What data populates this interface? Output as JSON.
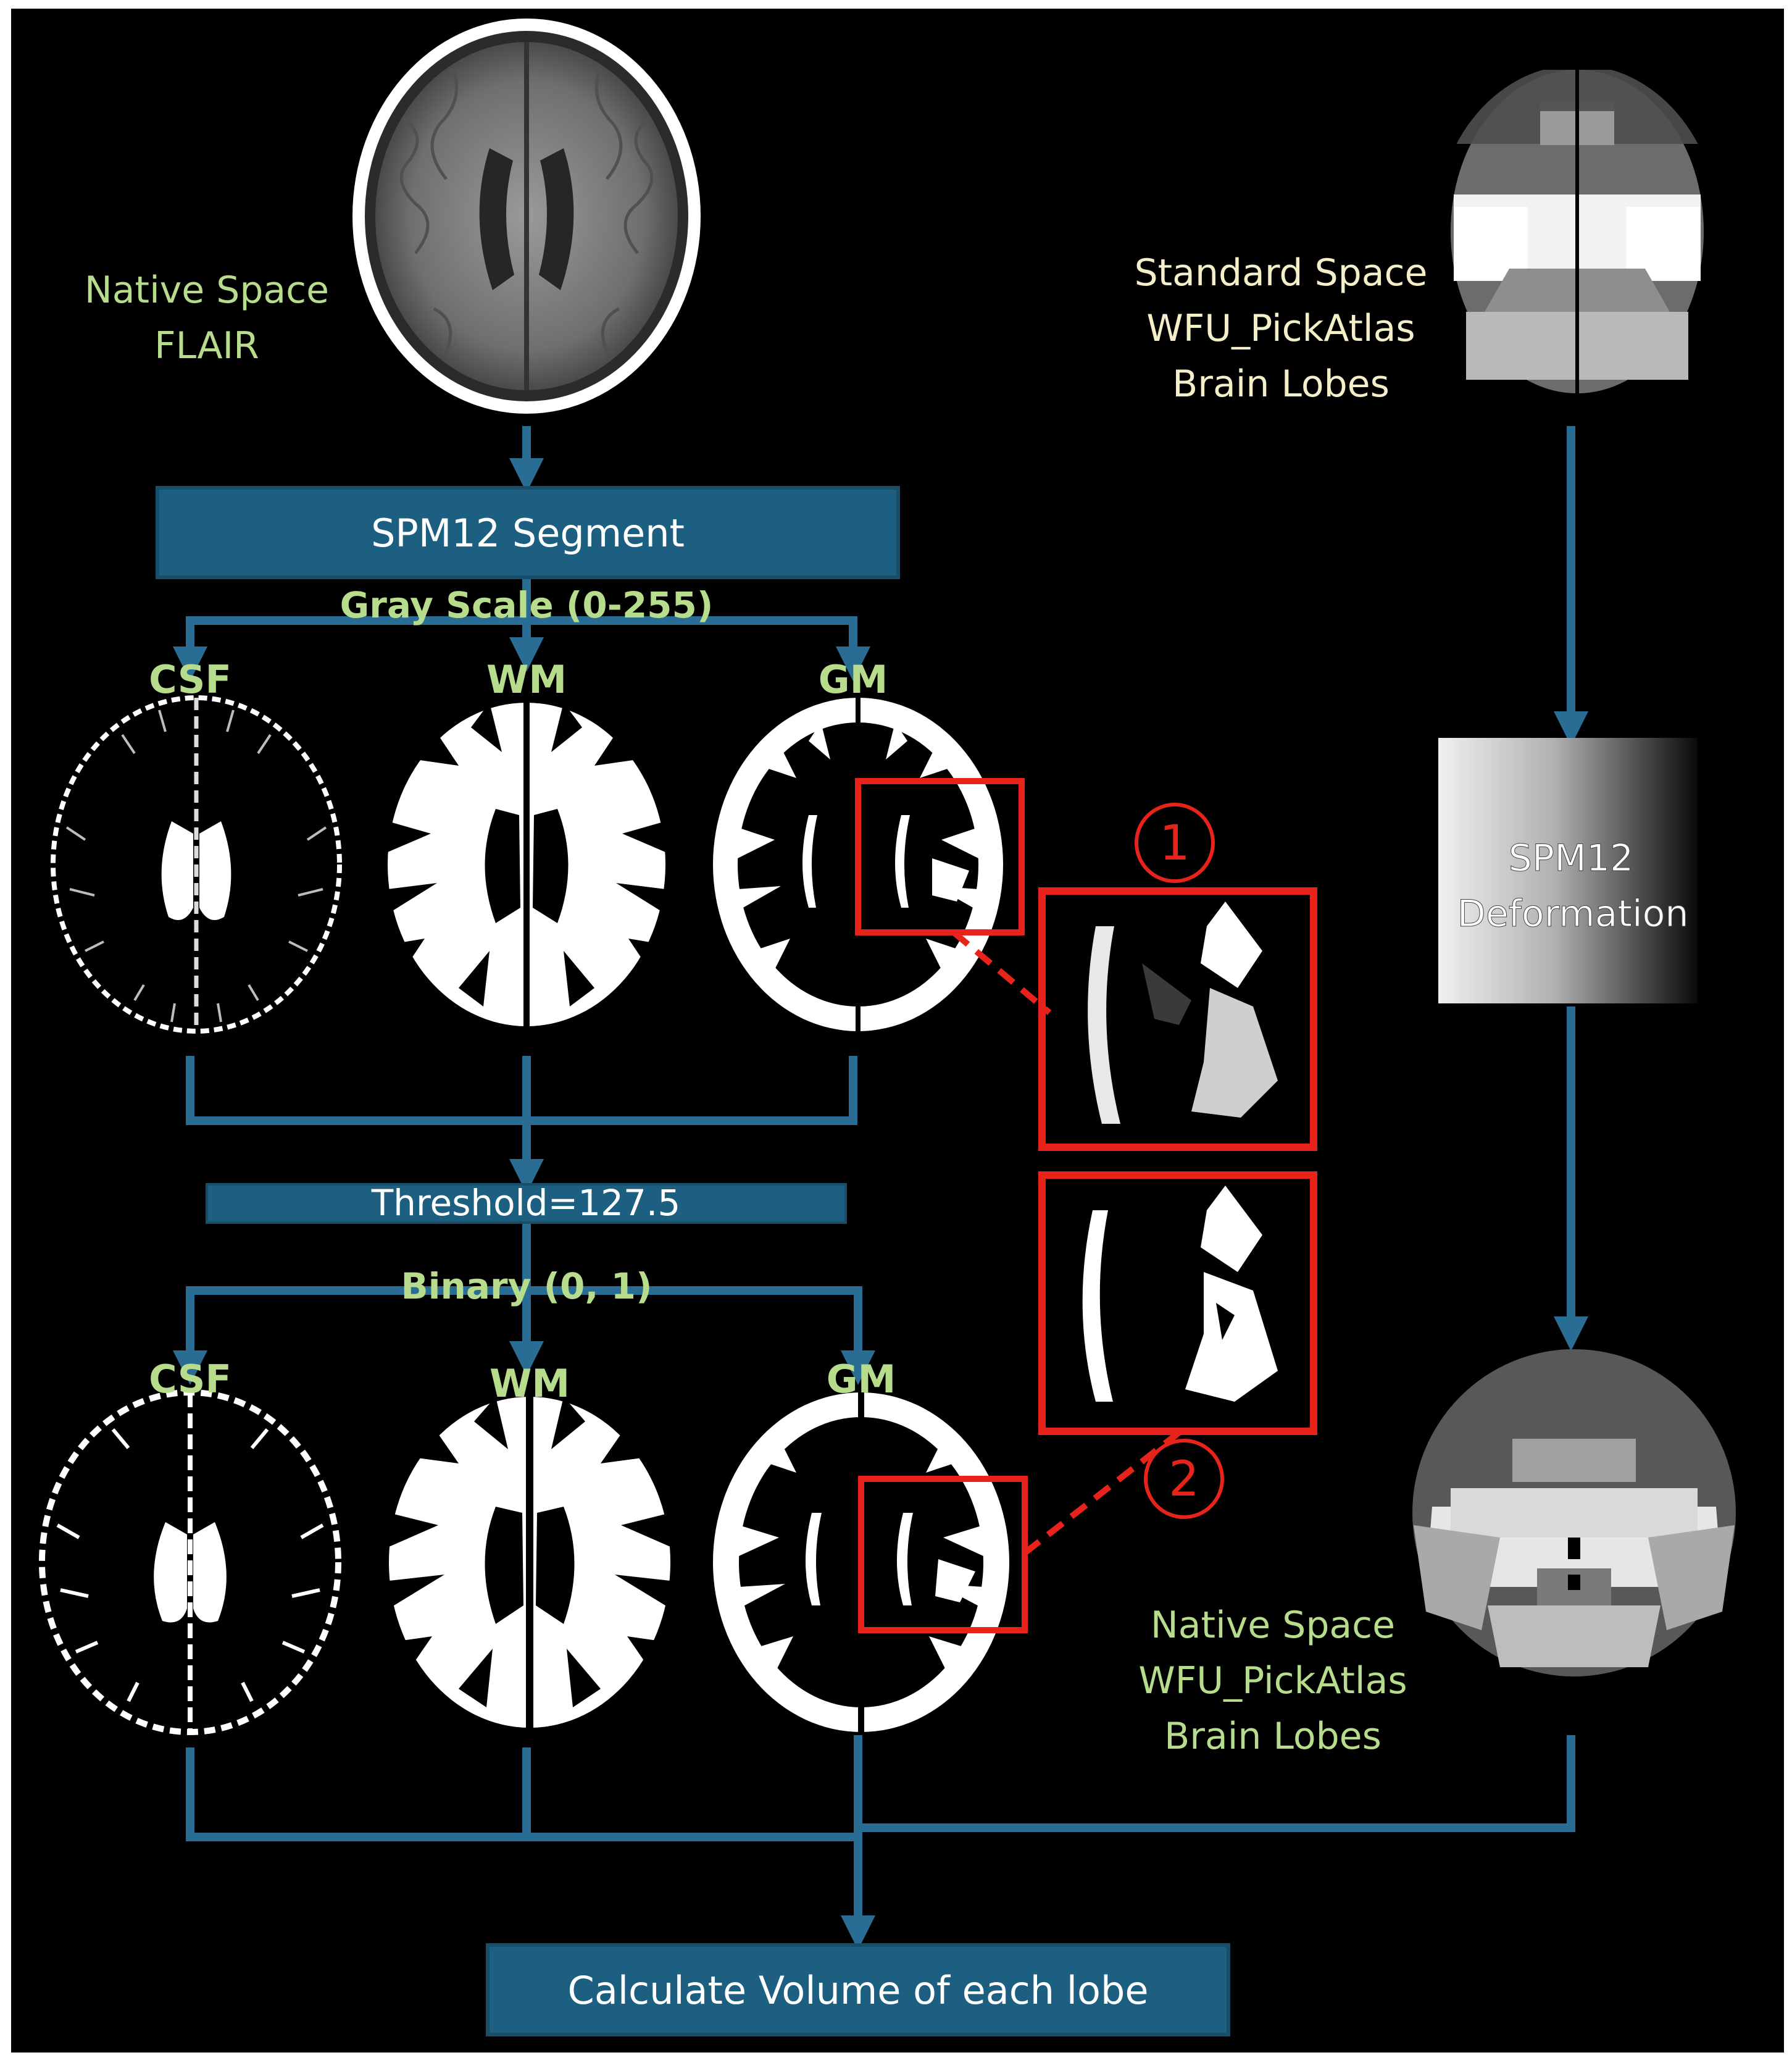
{
  "colors": {
    "background": "#000000",
    "flow_box": "#1d5f80",
    "flow_line": "#2a6d94",
    "flow_box_border": "#184e6a",
    "highlight": "#e8231b",
    "label_green": "#b6dc8c",
    "label_cream": "#f4efc8"
  },
  "labels": {
    "native_flair": [
      "Native Space",
      "FLAIR"
    ],
    "standard_atlas": [
      "Standard  Space",
      "WFU_PickAtlas",
      "Brain Lobes"
    ],
    "native_atlas": [
      "Native  Space",
      "WFU_PickAtlas",
      "Brain Lobes"
    ],
    "gray_scale": "Gray Scale (0-255)",
    "binary": "Binary (0, 1)",
    "tissue_top": [
      "CSF",
      "WM",
      "GM"
    ],
    "tissue_bottom": [
      "CSF",
      "WM",
      "GM"
    ],
    "zoom_1": "1",
    "zoom_2": "2"
  },
  "boxes": {
    "segment": "SPM12 Segment",
    "threshold": "Threshold=127.5",
    "deformation": [
      "SPM12",
      "Deformation"
    ],
    "calculate": "Calculate Volume of each lobe"
  },
  "icons": [
    "brain-flair-image",
    "csf-gray-image",
    "wm-gray-image",
    "gm-gray-image",
    "csf-binary-image",
    "wm-binary-image",
    "gm-binary-image",
    "atlas-standard-image",
    "atlas-native-image",
    "zoom-gray-image",
    "zoom-binary-image"
  ]
}
